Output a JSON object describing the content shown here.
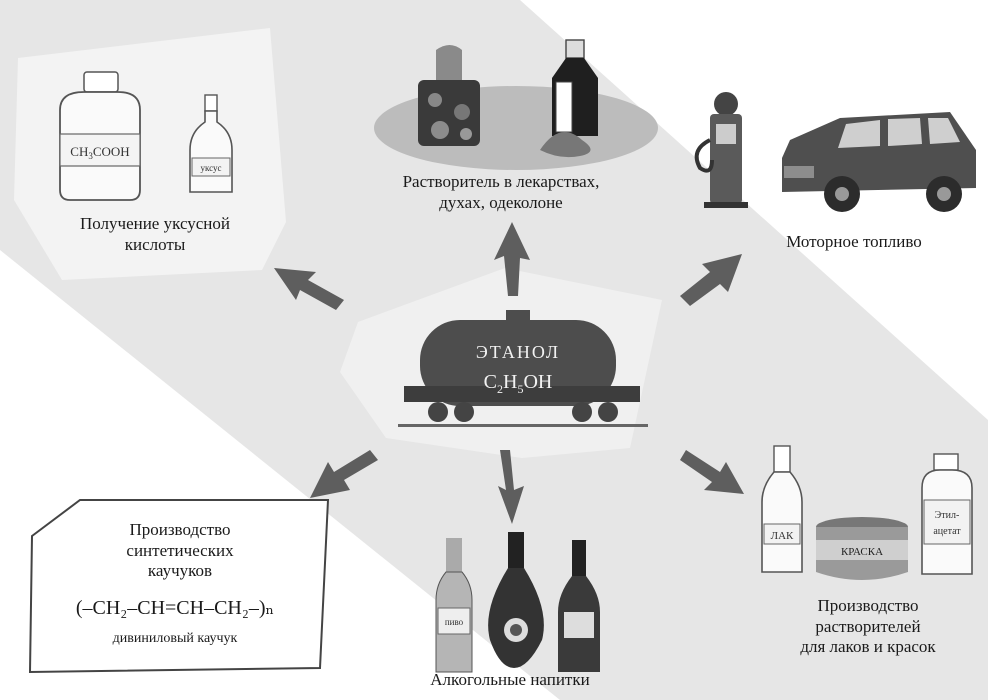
{
  "center": {
    "title": "ЭТАНОЛ",
    "formula_parts": [
      "C",
      "2",
      "H",
      "5",
      "OH"
    ]
  },
  "nodes": {
    "acetic": {
      "lines": [
        "Получение уксусной",
        "кислоты"
      ],
      "bottle_big_label": "CH3COOH",
      "bottle_small_label": "уксус"
    },
    "solvent_med": {
      "lines": [
        "Растворитель в лекарствах,",
        "духах, одеколоне"
      ]
    },
    "fuel": {
      "lines": [
        "Моторное топливо"
      ]
    },
    "rubber": {
      "lines": [
        "Производство",
        "синтетических",
        "каучуков"
      ],
      "formula": "(–CH₂–CH=CH–CH₂–)ₙ",
      "note": "дивиниловый каучук"
    },
    "alcohol": {
      "lines": [
        "Алкогольные напитки"
      ],
      "bottle_label": "пиво"
    },
    "paints": {
      "lines": [
        "Производство",
        "растворителей",
        "для лаков и красок"
      ],
      "bottle_label": "ЛАК",
      "can_label": "КРАСКА",
      "jar_label": [
        "Этил-",
        "ацетат"
      ]
    }
  },
  "colors": {
    "background": "#ffffff",
    "band": "#e6e6e6",
    "panel": "#f1f1f1",
    "tank": "#4d4d4d",
    "arrow": "#5e5e5e",
    "ink": "#1a1a1a"
  }
}
